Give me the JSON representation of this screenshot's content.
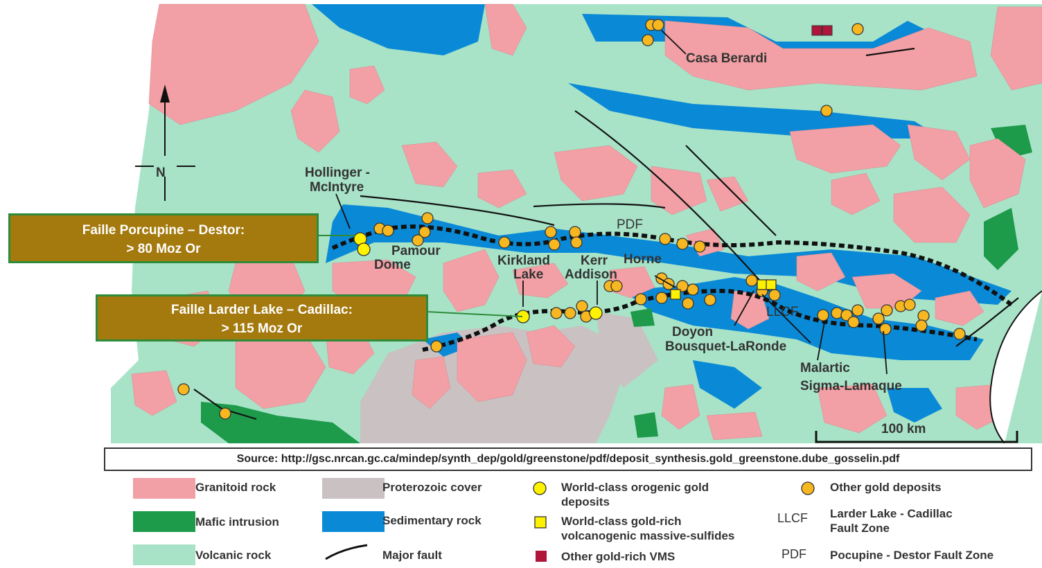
{
  "labels": {
    "north": "N",
    "hollinger_line1": "Hollinger -",
    "hollinger_line2": "McIntyre",
    "casa_berardi": "Casa Berardi",
    "pamour": "Pamour",
    "dome": "Dome",
    "kirkland_line1": "Kirkland",
    "kirkland_line2": "Lake",
    "kerr_line1": "Kerr",
    "kerr_line2": "Addison",
    "horne": "Horne",
    "pdf": "PDF",
    "llcf": "LLCF",
    "doyon": "Doyon",
    "bousquet": "Bousquet-LaRonde",
    "malartic": "Malartic",
    "sigma": "Sigma-Lamaque",
    "scale": "100 km"
  },
  "callouts": {
    "porcupine_line1": "Faille Porcupine – Destor:",
    "porcupine_line2": "> 80 Moz Or",
    "larder_line1": "Faille Larder Lake – Cadillac:",
    "larder_line2": "> 115 Moz Or"
  },
  "source": "Source: http://gsc.nrcan.gc.ca/mindep/synth_dep/gold/greenstone/pdf/deposit_synthesis.gold_greenstone.dube_gosselin.pdf",
  "legend": {
    "granitoid": "Granitoid rock",
    "mafic": "Mafic intrusion",
    "volcanic": "Volcanic rock",
    "proterozoic": "Proterozoic cover",
    "sedimentary": "Sedimentary rock",
    "major_fault": "Major fault",
    "world_class_orogenic_1": "World-class orogenic gold",
    "world_class_orogenic_2": "deposits",
    "world_class_vms_1": "World-class gold-rich",
    "world_class_vms_2": "volcanogenic massive-sulfides",
    "other_vms": "Other gold-rich VMS",
    "other_gold": "Other gold deposits",
    "llcf_abbr": "LLCF",
    "llcf_name_1": "Larder Lake - Cadillac",
    "llcf_name_2": "Fault Zone",
    "pdf_abbr": "PDF",
    "pdf_name": "Pocupine - Destor Fault Zone"
  },
  "colors": {
    "granitoid": "#f2a0a5",
    "mafic": "#1e9a4b",
    "volcanic": "#a8e3c8",
    "proterozoic": "#c9c1c2",
    "sedimentary": "#0a8ad6",
    "world_class_gold": "#fff200",
    "other_gold": "#f7b720",
    "other_vms": "#b0163a",
    "callout_fill": "#a47a0e",
    "callout_border": "#2e8b3a"
  }
}
